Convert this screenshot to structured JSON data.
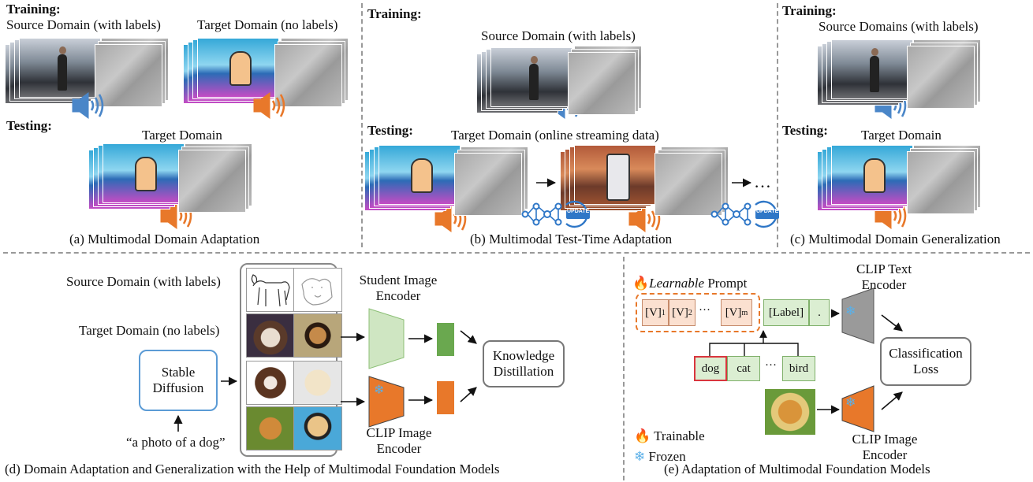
{
  "panel_a": {
    "training": "Training:",
    "source_label": "Source Domain (with labels)",
    "target_label": "Target Domain (no labels)",
    "testing": "Testing:",
    "test_target_label": "Target Domain",
    "caption": "(a) Multimodal Domain Adaptation"
  },
  "panel_b": {
    "training": "Training:",
    "source_label": "Source Domain (with labels)",
    "testing": "Testing:",
    "test_target_label": "Target Domain (online streaming data)",
    "ellipsis": "…",
    "update_badge": "UPDATE",
    "caption": "(b) Multimodal Test-Time Adaptation"
  },
  "panel_c": {
    "training": "Training:",
    "source_label": "Source Domains (with labels)",
    "testing": "Testing:",
    "test_target_label": "Target Domain",
    "caption": "(c) Multimodal Domain Generalization"
  },
  "panel_d": {
    "source_label": "Source Domain (with labels)",
    "target_label": "Target Domain (no labels)",
    "stable_diffusion": "Stable Diffusion",
    "prompt_text": "“a photo of a dog”",
    "student_encoder": "Student Image Encoder",
    "clip_image_encoder": "CLIP Image Encoder",
    "knowledge_distillation": "Knowledge Distillation",
    "caption": "(d) Domain Adaptation and Generalization with the Help of Multimodal Foundation Models"
  },
  "panel_e": {
    "learnable_word": "Learnable",
    "prompt_word": " Prompt",
    "v1": "[V]",
    "v1_sub": "1",
    "v2": "[V]",
    "v2_sub": "2",
    "dots": "···",
    "vm": "[V]",
    "vm_sub": "m",
    "label_token": "[Label]",
    "period": ".",
    "class_dog": "dog",
    "class_cat": "cat",
    "class_dots": "···",
    "class_bird": "bird",
    "clip_text_encoder": "CLIP Text Encoder",
    "clip_image_encoder": "CLIP Image Encoder",
    "classification_loss": "Classification Loss",
    "legend_trainable": "Trainable",
    "legend_frozen": "Frozen",
    "caption": "(e) Adaptation of Multimodal Foundation Models"
  },
  "colors": {
    "blue_speaker": "#4a86c8",
    "orange_speaker": "#e8782a",
    "green_fill": "#dbeed2",
    "green_block": "#6aa84f",
    "orange_block": "#e8782a",
    "gray_block": "#9a9a9a",
    "sd_box": "#5b9bd5",
    "dog_box": "#d9363e"
  }
}
